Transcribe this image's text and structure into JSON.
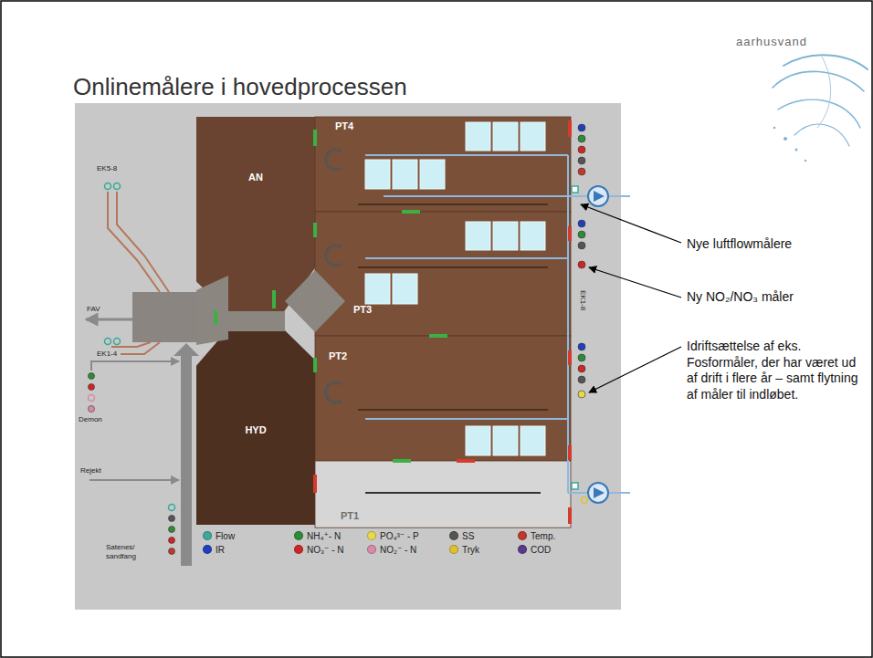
{
  "diagram": {
    "title": "Onlinemålere i hovedprocessen",
    "nodes": [
      {
        "text": [
          "AN"
        ]
      },
      {
        "text": [
          "PT4"
        ]
      },
      {
        "text": [
          "PT3"
        ]
      },
      {
        "text": [
          "PT2"
        ]
      },
      {
        "text": [
          "HYD"
        ]
      },
      {
        "text": [
          "PT1"
        ]
      }
    ],
    "labels": [
      "aarhusvand",
      "EK5-8",
      "FAV",
      "EK1-4",
      "Demon",
      "Rejekt",
      "Satenes/ sandfang",
      "EK1-8",
      "Nye luftflowmålere",
      "Ny NO₂/NO₃ måler",
      "Idriftsættelse af eks. Fosformåler, der har været ud af drift i flere år – samt flytning af måler til indløbet."
    ],
    "legend": [
      {
        "text": "Flow",
        "color": "#3aa89a"
      },
      {
        "text": "NH₄⁺- N",
        "color": "#2e8b3a"
      },
      {
        "text": "PO₄³⁻ - P",
        "color": "#e8d84a"
      },
      {
        "text": "SS",
        "color": "#555555"
      },
      {
        "text": "Temp.",
        "color": "#c0392b"
      },
      {
        "text": "IR",
        "color": "#1f3fbf"
      },
      {
        "text": "NO₃⁻ - N",
        "color": "#d02525"
      },
      {
        "text": "NO₂⁻ - N",
        "color": "#d98aa8"
      },
      {
        "text": "Tryk",
        "color": "#e0c030"
      },
      {
        "text": "COD",
        "color": "#5a3a8a"
      }
    ]
  }
}
